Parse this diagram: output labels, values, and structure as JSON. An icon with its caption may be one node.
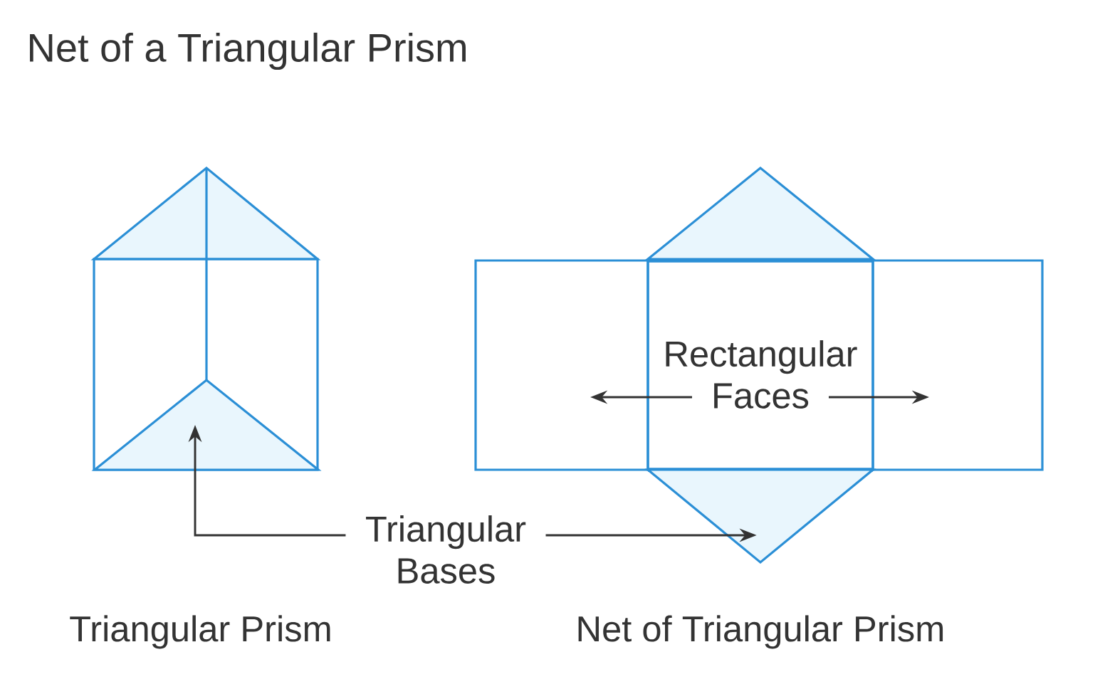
{
  "diagram": {
    "title": "Net of a Triangular Prism",
    "nodes": [
      {
        "text": [],
        "shape": "triangle"
      },
      {
        "text": [],
        "shape": "box"
      },
      {
        "text": [],
        "shape": "box"
      },
      {
        "text": [
          "Rectangular Faces"
        ],
        "in": 2
      },
      {
        "text": [],
        "shape": "box"
      },
      {
        "text": [],
        "shape": "triangle"
      },
      {
        "text": [],
        "shape": "triangle"
      },
      {
        "text": [
          "Triangular Bases"
        ]
      }
    ],
    "edges": [
      {
        "from": 3,
        "to": 1,
        "arrow": "to"
      },
      {
        "from": 3,
        "to": 4,
        "arrow": "to"
      },
      {
        "from": 7,
        "to": 5,
        "arrow": "to"
      },
      {
        "from": 7,
        "to": 6,
        "arrow": "to"
      }
    ],
    "labels": [
      "Triangular Prism",
      "Net of Triangular Prism"
    ]
  }
}
